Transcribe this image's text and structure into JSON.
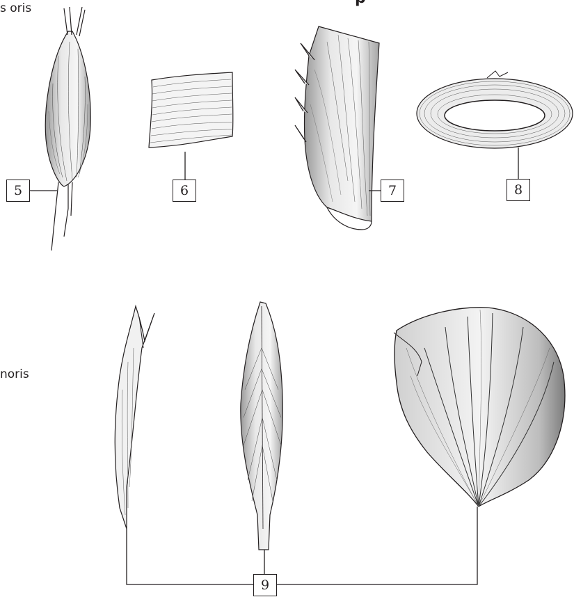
{
  "fragments": {
    "top_left": "s oris",
    "mid_left": "noris",
    "title": "p"
  },
  "labels": {
    "five": "5",
    "six": "6",
    "seven": "7",
    "eight": "8",
    "nine": "9"
  },
  "colors": {
    "ink": "#231f20",
    "shade": "#8a8a8a",
    "background": "#ffffff"
  }
}
